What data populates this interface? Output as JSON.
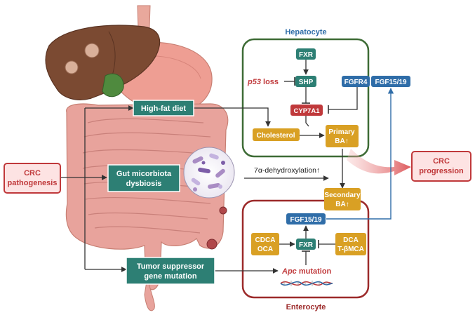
{
  "colors": {
    "hep_border": "#3d6b35",
    "ent_border": "#9c2a2a",
    "teal": "#2d7f74",
    "blue_box": "#2f6da8",
    "yellow": "#d9a024",
    "red_box": "#c0393b",
    "crc_fill": "#fde3e3",
    "crc_border": "#c0393b",
    "arrow": "#333333",
    "liver": "#7b4a32",
    "intestine": "#e8a39c"
  },
  "compartments": {
    "hepatocyte": "Hepatocyte",
    "enterocyte": "Enterocyte"
  },
  "nodes": {
    "crc_pathogenesis": [
      "CRC",
      "pathogenesis"
    ],
    "high_fat_diet": "High-fat diet",
    "gut_dysbiosis": [
      "Gut micorbiota",
      "dysbiosis"
    ],
    "tumor_suppressor": [
      "Tumor suppressor",
      "gene mutation"
    ],
    "fxr_hep": "FXR",
    "shp": "SHP",
    "p53": "p53",
    "loss": " loss",
    "fgfr4": "FGFR4",
    "fgf_top": "FGF15/19",
    "cyp7a1": "CYP7A1",
    "cholesterol": "Cholesterol",
    "primary_ba": [
      "Primary",
      "BA↑"
    ],
    "dehydroxylation": "7α-dehydroxylation↑",
    "secondary_ba": [
      "Secondary",
      "BA↑"
    ],
    "crc_progression": [
      "CRC",
      "progression"
    ],
    "fgf_ent": "FGF15/19",
    "fxr_ent": "FXR",
    "cdca_oca": [
      "CDCA",
      "OCA"
    ],
    "dca": [
      "DCA",
      "T-βMCA"
    ],
    "apc": "Apc",
    "mutation": " mutation"
  },
  "icons": [
    "liver-icon",
    "stomach-icon",
    "intestine-icon",
    "microbiota-icon",
    "dna-icon"
  ]
}
